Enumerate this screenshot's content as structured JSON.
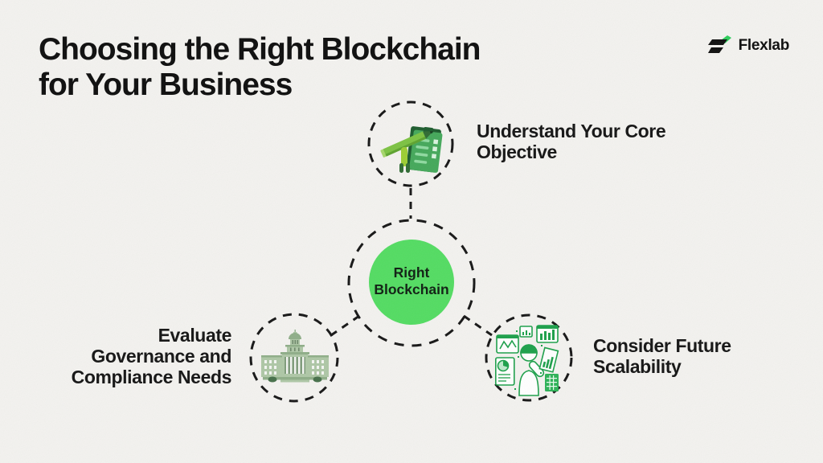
{
  "colors": {
    "background": "#f3f2ef",
    "ink": "#131313",
    "accent_green": "#53dc62",
    "logo_green": "#2bcc59",
    "outline_green": "#1ca04a",
    "building_green": "#aec7a6"
  },
  "header": {
    "title_lines": [
      "Choosing the Right Blockchain",
      "for Your Business"
    ]
  },
  "brand": {
    "name": "Flexlab",
    "icon": "flexlab-logo-icon"
  },
  "diagram": {
    "center": {
      "lines": [
        "Right",
        "Blockchain"
      ]
    },
    "nodes": [
      {
        "id": "core-objective",
        "position": "top",
        "icon": "clipboard-checklist-pencil-illustration",
        "lines": [
          "Understand Your Core",
          "Objective"
        ]
      },
      {
        "id": "governance-compliance",
        "position": "bottom-left",
        "icon": "government-building-illustration",
        "lines": [
          "Evaluate",
          "Governance and",
          "Compliance Needs"
        ]
      },
      {
        "id": "future-scalability",
        "position": "bottom-right",
        "icon": "analytics-person-illustration",
        "lines": [
          "Consider Future",
          "Scalability"
        ]
      }
    ]
  }
}
